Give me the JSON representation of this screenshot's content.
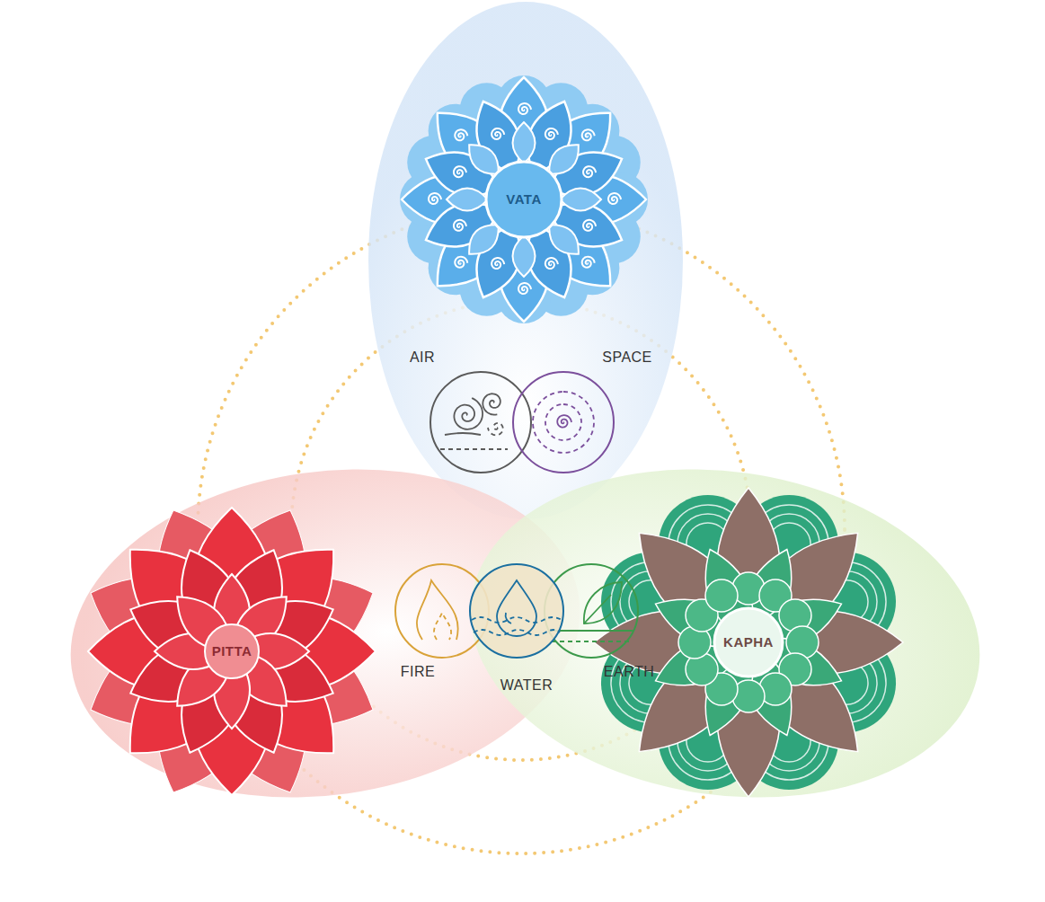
{
  "diagram": {
    "nodes": [
      {
        "text": [
          "VATA"
        ]
      },
      {
        "text": [
          "AIR"
        ],
        "in": 0
      },
      {
        "text": [
          "SPACE"
        ],
        "in": 0
      },
      {
        "text": [
          "PITTA"
        ]
      },
      {
        "text": [
          "FIRE"
        ],
        "in": 3
      },
      {
        "text": [
          "WATER"
        ]
      },
      {
        "text": [
          "KAPHA"
        ]
      },
      {
        "text": [
          "EARTH"
        ],
        "in": 6
      }
    ]
  }
}
